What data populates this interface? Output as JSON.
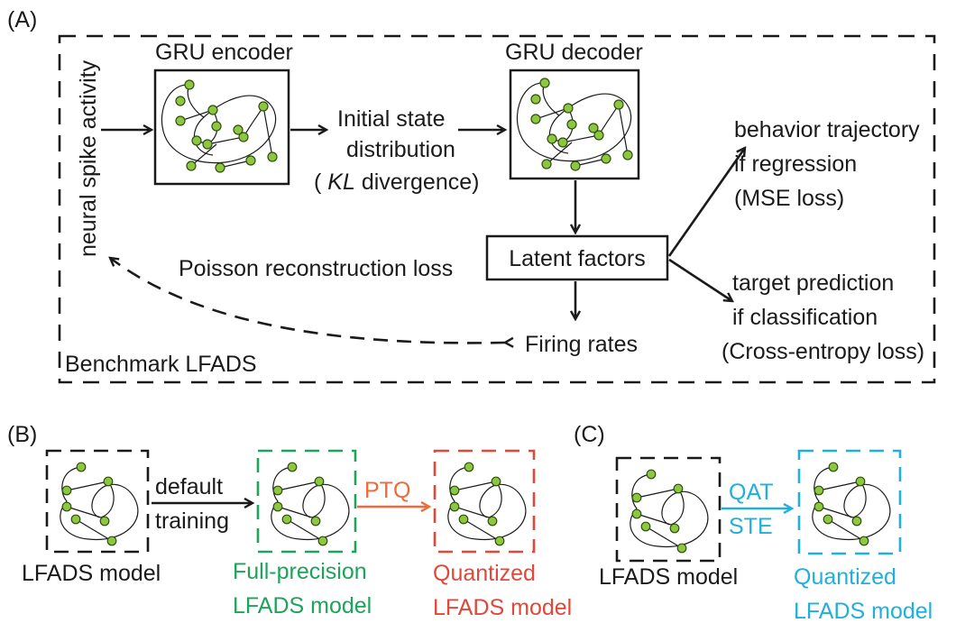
{
  "panel_a": {
    "tag": "(A)",
    "input_label": "neural spike activity",
    "encoder_title": "GRU encoder",
    "init_line1": "Initial state",
    "init_line2": "distribution",
    "kl_open": "( ",
    "kl_italic": "KL",
    "kl_rest": " divergence)",
    "decoder_title": "GRU decoder",
    "latent_label": "Latent factors",
    "behavior_line1": "behavior trajectory",
    "behavior_line2": "if regression",
    "behavior_line3": "(MSE loss)",
    "target_line1": "target prediction",
    "target_line2": "if classification",
    "target_line3": "(Cross-entropy loss)",
    "firing_label": "Firing rates",
    "poisson_label": "Poisson reconstruction loss",
    "benchmark_label": "Benchmark LFADS"
  },
  "panel_b": {
    "tag": "(B)",
    "model1_label": "LFADS model",
    "arrow1_line1": "default",
    "arrow1_line2": "training",
    "model2_line1": "Full-precision",
    "model2_line2": "LFADS model",
    "arrow2_label": "PTQ",
    "model3_line1": "Quantized",
    "model3_line2": "LFADS model"
  },
  "panel_c": {
    "tag": "(C)",
    "model1_label": "LFADS model",
    "arrow_line1": "QAT",
    "arrow_line2": "STE",
    "model2_line1": "Quantized",
    "model2_line2": "LFADS model"
  },
  "colors": {
    "ink": "#1a1a1a",
    "node_fill": "#8dc63f",
    "full_precision_green": "#1fa35a",
    "quantized_red": "#e0483b",
    "ptq_orange": "#ee6a3c",
    "qat_blue": "#1fb0dc"
  }
}
